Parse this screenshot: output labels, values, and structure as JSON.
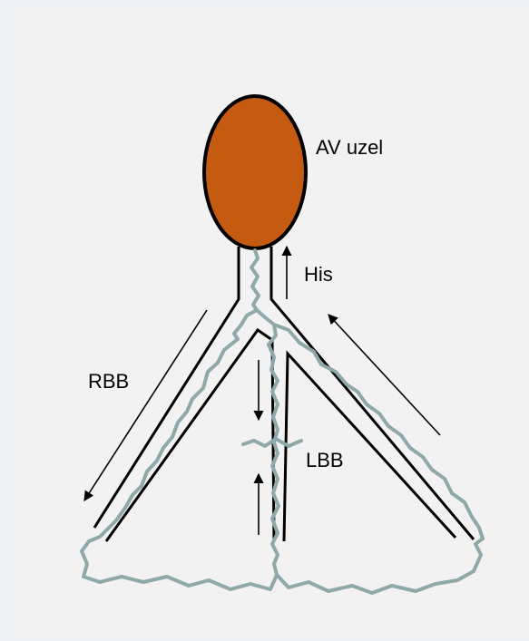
{
  "labels": {
    "av_node": "AV uzel",
    "his": "His",
    "rbb": "RBB",
    "lbb": "LBB"
  },
  "colors": {
    "av_node_fill": "#c55a11",
    "outline": "#000000",
    "pathway": "#8fa8a8",
    "panel_background": "#f2f2f2"
  },
  "icons": [
    "arrow-up-icon",
    "arrow-down-icon",
    "arrow-diagonal-icon"
  ]
}
